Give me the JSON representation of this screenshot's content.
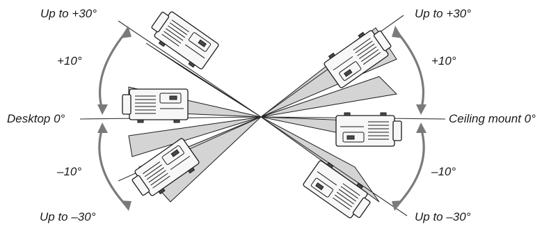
{
  "labels": {
    "left_top": "Up to +30°",
    "left_plus10": "+10°",
    "left_zero": "Desktop 0°",
    "left_minus10": "–10°",
    "left_bottom": "Up to –30°",
    "right_top": "Up to +30°",
    "right_plus10": "+10°",
    "right_zero": "Ceiling mount 0°",
    "right_minus10": "–10°",
    "right_bottom": "Up to –30°"
  },
  "colors": {
    "beam_fill": "#d4d4d4",
    "arc_arrow": "#7a7a7a",
    "line": "#1a1a1a"
  }
}
